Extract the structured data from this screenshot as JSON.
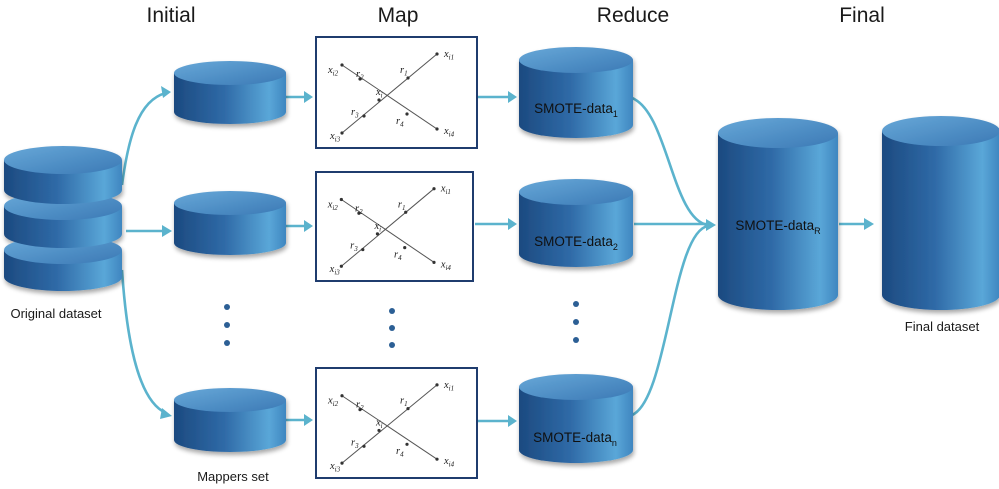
{
  "headers": {
    "initial": "Initial",
    "map": "Map",
    "reduce": "Reduce",
    "final": "Final"
  },
  "captions": {
    "original": "Original dataset",
    "mappers": "Mappers set",
    "final": "Final dataset"
  },
  "smote": {
    "prefix": "SMOTE-data",
    "subscripts": [
      "1",
      "2",
      "n",
      "R"
    ]
  },
  "plot_labels": {
    "x": "x",
    "r": "r",
    "xi": "i",
    "xi1": "i1",
    "xi2": "i2",
    "xi3": "i3",
    "xi4": "i4",
    "r1": "1",
    "r2": "2",
    "r3": "3",
    "r4": "4"
  },
  "colors": {
    "arrow": "#5bb3cd",
    "cylinder_dark": "#1e4f86",
    "cylinder_light": "#4d93c9",
    "ellipsis": "#2c5f95"
  }
}
